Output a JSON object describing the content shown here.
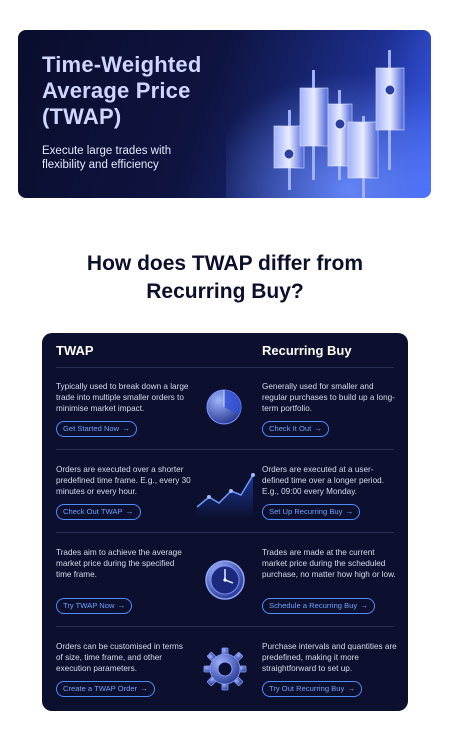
{
  "hero": {
    "title": "Time-Weighted Average Price (TWAP)",
    "subtitle": "Execute large trades with flexibility and efficiency"
  },
  "question": "How does TWAP differ from Recurring Buy?",
  "comparison": {
    "left_header": "TWAP",
    "right_header": "Recurring Buy",
    "rows": [
      {
        "twap_text": "Typically used to break down a large trade into multiple smaller orders to minimise market impact.",
        "twap_cta": "Get Started Now",
        "icon": "pie-chart-icon",
        "rb_text": "Generally used for smaller and regular purchases to build up a long-term portfolio.",
        "rb_cta": "Check It Out"
      },
      {
        "twap_text": "Orders are executed over a shorter predefined time frame. E.g., every 30 minutes or every hour.",
        "twap_cta": "Check Out TWAP",
        "icon": "line-chart-icon",
        "rb_text": "Orders are executed at a user-defined time over a longer period. E.g., 09:00 every Monday.",
        "rb_cta": "Set Up Recurring Buy"
      },
      {
        "twap_text": "Trades aim to achieve the average market price during the specified time frame.",
        "twap_cta": "Try TWAP Now",
        "icon": "clock-icon",
        "rb_text": "Trades are made at the current market price during the scheduled purchase, no matter how high or low.",
        "rb_cta": "Schedule a Recurring Buy"
      },
      {
        "twap_text": "Orders can be customised in terms of size, time frame, and other execution parameters.",
        "twap_cta": "Create a TWAP Order",
        "icon": "gear-icon",
        "rb_text": "Purchase intervals and quantities are predefined, making it more straightforward to set up.",
        "rb_cta": "Try Out Recurring Buy"
      }
    ]
  },
  "colors": {
    "panel_bg": "#0c0f2d",
    "accent": "#4f8cff",
    "hero_gradient_end": "#3c63ff"
  }
}
